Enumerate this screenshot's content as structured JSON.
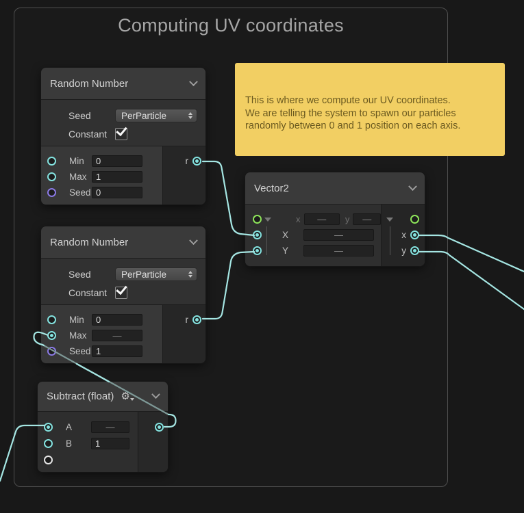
{
  "colors": {
    "page_bg": "#181818",
    "frame_border": "#4f4f4f",
    "node_header": "#3a3a3a",
    "note_bg": "#f2cf63",
    "note_text": "#6b5a20",
    "wire": "#a5e6e3",
    "wire_dim": "#7e9997",
    "port_float": "#84e3e0",
    "port_uint": "#8b7ae6",
    "port_vec2": "#8ee55a",
    "port_empty": "#e6e6e6"
  },
  "icons": {
    "chevron": "collapse-chevron-down",
    "gear": "settings-gear-with-caret",
    "updown": "dropdown-up-down-arrows",
    "triangle": "expand-triangle-down",
    "checkmark": "checkbox-check"
  },
  "frame": {
    "title": "Computing UV coordinates"
  },
  "note": {
    "lines": [
      "This is where we compute our UV coordinates.",
      "We are telling the system to spawn our particles",
      "randomly between 0 and 1 position on each axis."
    ]
  },
  "nodes": {
    "random1": {
      "title": "Random Number",
      "settings": {
        "seed_label": "Seed",
        "seed_value": "PerParticle",
        "constant_label": "Constant",
        "constant_checked": true
      },
      "inputs": [
        {
          "label": "Min",
          "value": "0"
        },
        {
          "label": "Max",
          "value": "1"
        },
        {
          "label": "Seed",
          "value": "0"
        }
      ],
      "output_label": "r"
    },
    "random2": {
      "title": "Random Number",
      "settings": {
        "seed_label": "Seed",
        "seed_value": "PerParticle",
        "constant_label": "Constant",
        "constant_checked": true
      },
      "inputs": [
        {
          "label": "Min",
          "value": "0"
        },
        {
          "label": "Max",
          "value": "—"
        },
        {
          "label": "Seed",
          "value": "1"
        }
      ],
      "output_label": "r"
    },
    "vector2": {
      "title": "Vector2",
      "inline_x_label": "x",
      "inline_x_value": "—",
      "inline_y_label": "y",
      "inline_y_value": "—",
      "inputs": [
        {
          "label": "X",
          "value": "—"
        },
        {
          "label": "Y",
          "value": "—"
        }
      ],
      "output_x_label": "x",
      "output_y_label": "y"
    },
    "subtract": {
      "title": "Subtract (float)",
      "inputs": [
        {
          "label": "A",
          "value": "—"
        },
        {
          "label": "B",
          "value": "1"
        }
      ]
    }
  }
}
